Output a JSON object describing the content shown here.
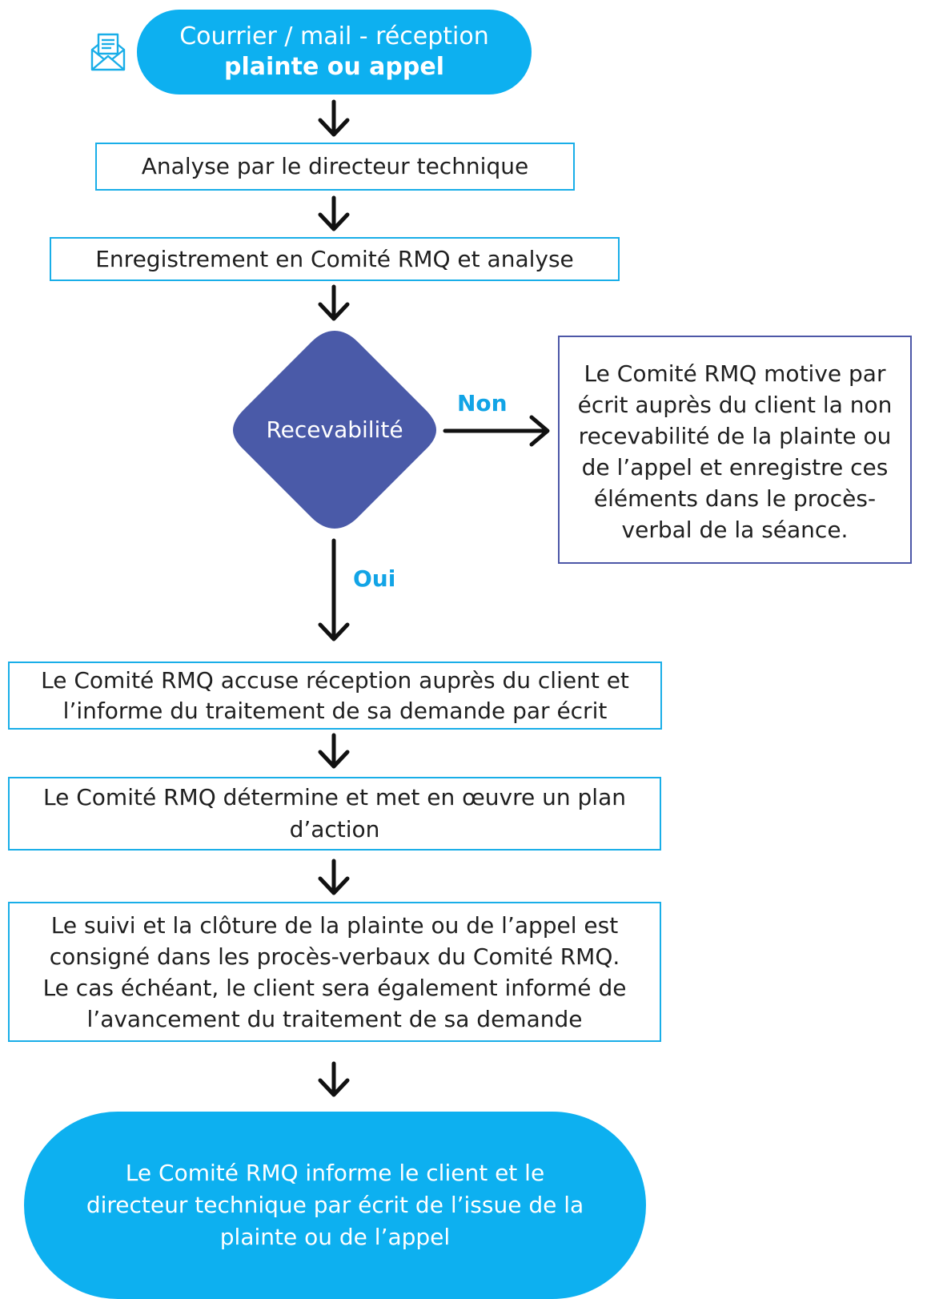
{
  "start": {
    "line1": "Courrier / mail - réception",
    "line2": "plainte ou appel",
    "icon": "mail-icon"
  },
  "step_analyse": "Analyse par le directeur technique",
  "step_enregistrement": "Enregistrement en Comité RMQ et analyse",
  "decision": {
    "label": "Recevabilité",
    "no_label": "Non",
    "yes_label": "Oui"
  },
  "rejection_box": [
    "Le Comité RMQ motive par",
    "écrit auprès du client la non",
    "recevabilité de la plainte ou",
    "de l’appel et enregistre ces",
    "éléments dans le procès-",
    "verbal de la séance."
  ],
  "step_accuse": [
    "Le Comité RMQ accuse réception auprès du client et",
    "l’informe du traitement de sa demande par écrit"
  ],
  "step_plan": [
    "Le Comité RMQ détermine et met en œuvre un plan",
    "d’action"
  ],
  "step_suivi": [
    "Le suivi et la clôture de la plainte ou de l’appel est",
    "consigné dans les procès-verbaux du Comité RMQ.",
    "Le cas échéant, le client sera également informé de",
    "l’avancement du traitement de sa demande"
  ],
  "end": [
    "Le Comité RMQ informe le client et le",
    "directeur technique par écrit de l’issue de la",
    "plainte ou de l’appel"
  ],
  "colors": {
    "cyan": "#0db0f0",
    "box_border": "#19aee8",
    "diamond": "#4a5aa8",
    "arrow": "#111111"
  }
}
